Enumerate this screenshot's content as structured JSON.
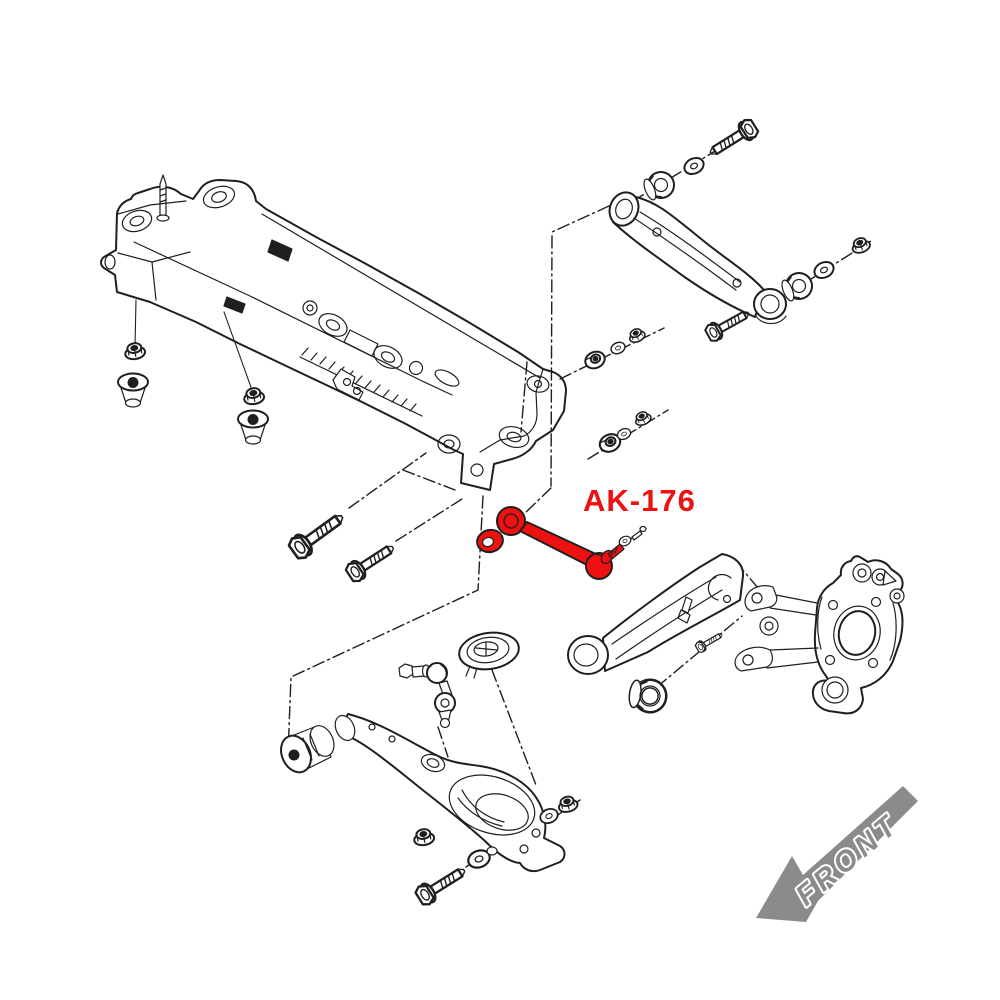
{
  "diagram": {
    "part_label": "AK-176",
    "direction_label": "FRONT",
    "colors": {
      "highlight": "#ee1111",
      "line": "#1f1f1f",
      "arrow": "#8b8b8b",
      "background": "#ffffff"
    },
    "components": [
      "rear-subframe-crossmember",
      "upper-control-arm",
      "lateral-link-highlighted",
      "trailing-arm",
      "rear-knuckle",
      "lower-control-arm",
      "stabilizer-end-link",
      "spring-seat",
      "mount-bushings",
      "bolts-washers-nuts"
    ]
  }
}
